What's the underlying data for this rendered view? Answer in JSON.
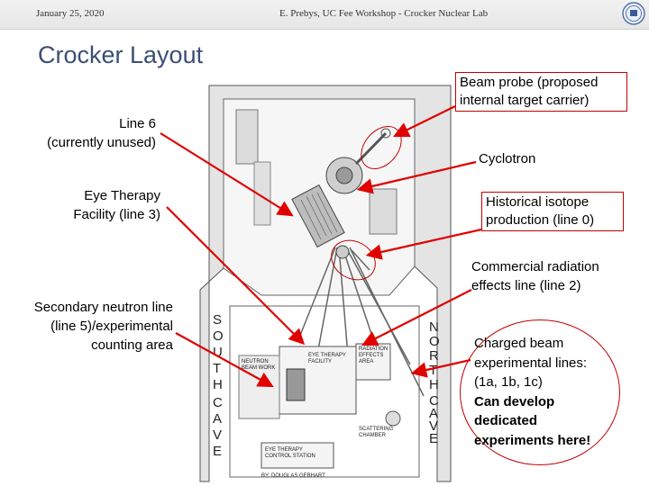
{
  "header": {
    "date": "January 25, 2020",
    "footer": "E. Prebys, UC Fee Workshop - Crocker Nuclear Lab",
    "logo_icon": "uc-seal-icon"
  },
  "slide": {
    "title": "Crocker Layout"
  },
  "labels": {
    "line6": [
      "Line 6",
      "(currently unused)"
    ],
    "eye": [
      "Eye Therapy",
      "Facility (line 3)"
    ],
    "secondary": [
      "Secondary neutron line",
      "(line 5)/experimental",
      "counting area"
    ],
    "beam_probe": [
      "Beam probe (proposed",
      "internal target carrier)"
    ],
    "cyclotron": "Cyclotron",
    "isotope": [
      "Historical isotope",
      "production (line 0)"
    ],
    "commercial": [
      "Commercial radiation",
      "effects line (line 2)"
    ],
    "charged": [
      "Charged beam",
      "experimental lines:",
      "(1a, 1b, 1c)"
    ],
    "charged_bold": [
      "Can develop",
      "dedicated",
      "experiments here!"
    ]
  },
  "floorplan": {
    "south_cave": [
      "S",
      "O",
      "U",
      "T",
      "H",
      "C",
      "A",
      "V",
      "E"
    ],
    "north_cave": [
      "N",
      "O",
      "R",
      "T",
      "H",
      "C",
      "A",
      "V",
      "E"
    ],
    "neutron_room": [
      "NEUTRON",
      "BEAM WORK"
    ],
    "eye_room": [
      "EYE THERAPY",
      "FACILITY"
    ],
    "radiation_room": [
      "RADIATION",
      "EFFECTS",
      "AREA"
    ],
    "scattering": [
      "SCATTERING",
      "CHAMBER"
    ],
    "control": [
      "EYE THERAPY",
      "CONTROL STATION"
    ],
    "credit": "BY: DOUGLAS GEBHART"
  },
  "colors": {
    "arrow": "#e00000",
    "box_border": "#c00000",
    "title": "#3a4f76"
  }
}
